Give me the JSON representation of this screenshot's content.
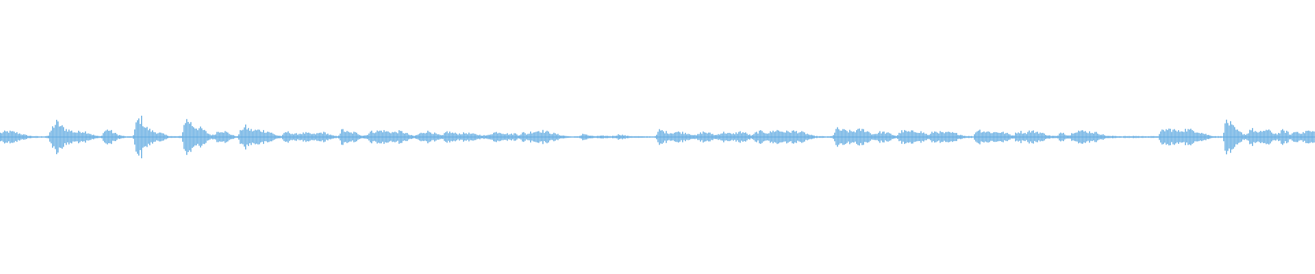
{
  "waveform": {
    "color": "#5BA7E0",
    "background": "#FFFFFF",
    "amplitude_profile": [
      0.22,
      0.28,
      0.3,
      0.28,
      0.24,
      0.18,
      0.12,
      0.07,
      0.05,
      0.04,
      0.03,
      0.04,
      0.08,
      0.55,
      0.8,
      0.6,
      0.45,
      0.38,
      0.3,
      0.25,
      0.32,
      0.3,
      0.22,
      0.12,
      0.06,
      0.04,
      0.35,
      0.4,
      0.25,
      0.15,
      0.08,
      0.04,
      0.03,
      0.05,
      0.9,
      1.0,
      0.55,
      0.4,
      0.3,
      0.25,
      0.2,
      0.12,
      0.06,
      0.04,
      0.04,
      0.05,
      0.95,
      0.85,
      0.6,
      0.5,
      0.45,
      0.3,
      0.15,
      0.1,
      0.3,
      0.35,
      0.28,
      0.18,
      0.08,
      0.04,
      0.45,
      0.55,
      0.4,
      0.35,
      0.38,
      0.35,
      0.32,
      0.28,
      0.15,
      0.08,
      0.06,
      0.28,
      0.25,
      0.15,
      0.18,
      0.2,
      0.22,
      0.18,
      0.15,
      0.2,
      0.25,
      0.22,
      0.12,
      0.06,
      0.05,
      0.4,
      0.3,
      0.22,
      0.25,
      0.18,
      0.08,
      0.1,
      0.28,
      0.3,
      0.32,
      0.35,
      0.3,
      0.28,
      0.25,
      0.3,
      0.28,
      0.2,
      0.1,
      0.06,
      0.15,
      0.25,
      0.3,
      0.28,
      0.2,
      0.12,
      0.08,
      0.3,
      0.25,
      0.2,
      0.18,
      0.2,
      0.22,
      0.18,
      0.15,
      0.12,
      0.1,
      0.08,
      0.18,
      0.25,
      0.28,
      0.22,
      0.18,
      0.15,
      0.2,
      0.1,
      0.25,
      0.15,
      0.28,
      0.3,
      0.35,
      0.32,
      0.28,
      0.22,
      0.18,
      0.12,
      0.08,
      0.05,
      0.03,
      0.03,
      0.04,
      0.2,
      0.1,
      0.06,
      0.05,
      0.06,
      0.07,
      0.06,
      0.05,
      0.08,
      0.15,
      0.1,
      0.06,
      0.05,
      0.04,
      0.04,
      0.03,
      0.04,
      0.03,
      0.04,
      0.4,
      0.3,
      0.25,
      0.22,
      0.28,
      0.26,
      0.24,
      0.2,
      0.15,
      0.08,
      0.2,
      0.28,
      0.22,
      0.18,
      0.1,
      0.2,
      0.25,
      0.22,
      0.15,
      0.22,
      0.28,
      0.25,
      0.15,
      0.08,
      0.25,
      0.3,
      0.28,
      0.22,
      0.3,
      0.38,
      0.32,
      0.3,
      0.28,
      0.32,
      0.3,
      0.28,
      0.22,
      0.15,
      0.08,
      0.05,
      0.04,
      0.04,
      0.03,
      0.05,
      0.45,
      0.38,
      0.35,
      0.32,
      0.3,
      0.35,
      0.4,
      0.38,
      0.28,
      0.15,
      0.2,
      0.28,
      0.25,
      0.2,
      0.12,
      0.06,
      0.3,
      0.32,
      0.28,
      0.3,
      0.32,
      0.28,
      0.2,
      0.1,
      0.28,
      0.3,
      0.25,
      0.22,
      0.25,
      0.22,
      0.18,
      0.12,
      0.06,
      0.05,
      0.04,
      0.4,
      0.35,
      0.3,
      0.28,
      0.25,
      0.28,
      0.26,
      0.22,
      0.15,
      0.08,
      0.3,
      0.28,
      0.2,
      0.32,
      0.3,
      0.28,
      0.22,
      0.15,
      0.08,
      0.06,
      0.05,
      0.3,
      0.15,
      0.08,
      0.3,
      0.35,
      0.32,
      0.3,
      0.28,
      0.25,
      0.22,
      0.15,
      0.08,
      0.05,
      0.06,
      0.05,
      0.04,
      0.05,
      0.04,
      0.06,
      0.05,
      0.04,
      0.05,
      0.04,
      0.04,
      0.05,
      0.35,
      0.4,
      0.42,
      0.38,
      0.3,
      0.38,
      0.4,
      0.38,
      0.35,
      0.3,
      0.22,
      0.15,
      0.08,
      0.05,
      0.04,
      0.04,
      0.9,
      0.7,
      0.45,
      0.3,
      0.2,
      0.12,
      0.45,
      0.35,
      0.2,
      0.35,
      0.38,
      0.3,
      0.18,
      0.2,
      0.35,
      0.3,
      0.12,
      0.3,
      0.28,
      0.2,
      0.35,
      0.3,
      0.28
    ]
  }
}
